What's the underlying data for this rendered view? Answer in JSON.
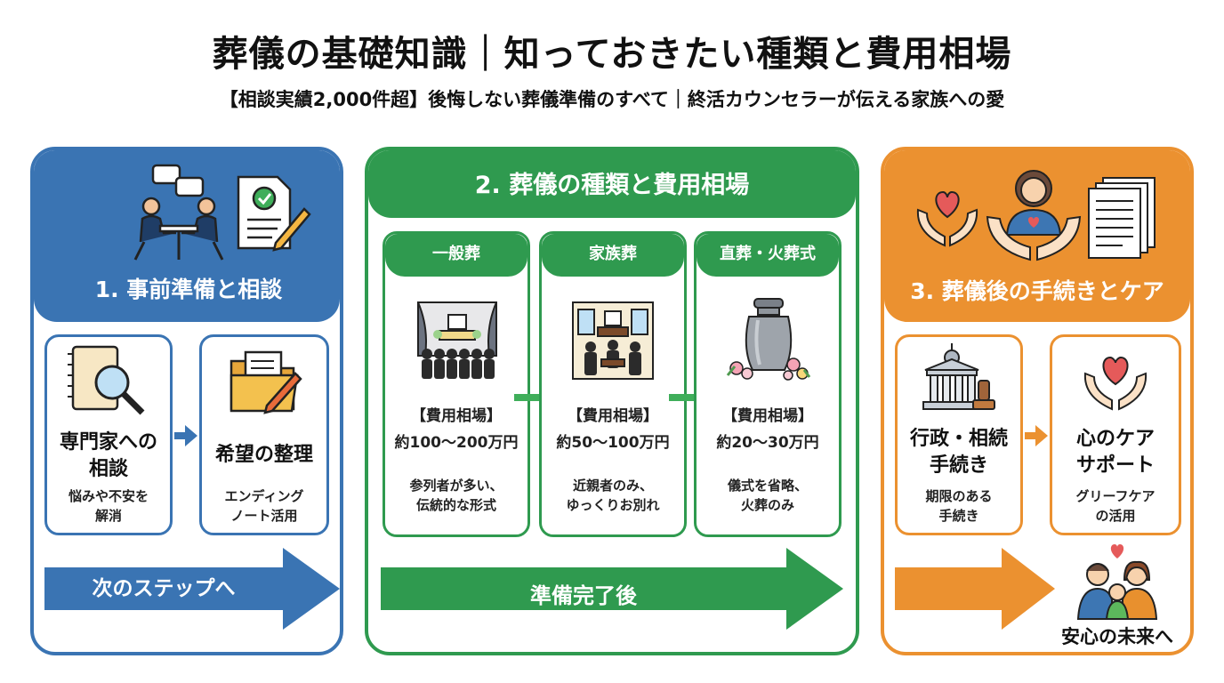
{
  "title": "葬儀の基礎知識｜知っておきたい種類と費用相場",
  "subtitle": "【相談実績2,000件超】後悔しない葬儀準備のすべて｜終活カウンセラーが伝える家族への愛",
  "colors": {
    "blue": "#3a74b3",
    "green": "#2f9a4f",
    "orange": "#eb9130"
  },
  "step1": {
    "title": "1. 事前準備と相談",
    "card1": {
      "title_l1": "専門家への",
      "title_l2": "相談",
      "desc_l1": "悩みや不安を",
      "desc_l2": "解消"
    },
    "card2": {
      "title": "希望の整理",
      "desc_l1": "エンディング",
      "desc_l2": "ノート活用"
    },
    "arrow": "次のステップへ"
  },
  "step2": {
    "title": "2. 葬儀の種類と費用相場",
    "types": [
      {
        "name": "一般葬",
        "cost_label": "【費用相場】",
        "cost": "約100〜200万円",
        "desc_l1": "参列者が多い、",
        "desc_l2": "伝統的な形式"
      },
      {
        "name": "家族葬",
        "cost_label": "【費用相場】",
        "cost": "約50〜100万円",
        "desc_l1": "近親者のみ、",
        "desc_l2": "ゆっくりお別れ"
      },
      {
        "name": "直葬・火葬式",
        "cost_label": "【費用相場】",
        "cost": "約20〜30万円",
        "desc_l1": "儀式を省略、",
        "desc_l2": "火葬のみ"
      }
    ],
    "arrow": "準備完了後"
  },
  "step3": {
    "title": "3. 葬儀後の手続きとケア",
    "card1": {
      "title_l1": "行政・相続",
      "title_l2": "手続き",
      "desc_l1": "期限のある",
      "desc_l2": "手続き"
    },
    "card2": {
      "title_l1": "心のケア",
      "title_l2": "サポート",
      "desc_l1": "グリーフケア",
      "desc_l2": "の活用"
    },
    "final": "安心の未来へ"
  }
}
